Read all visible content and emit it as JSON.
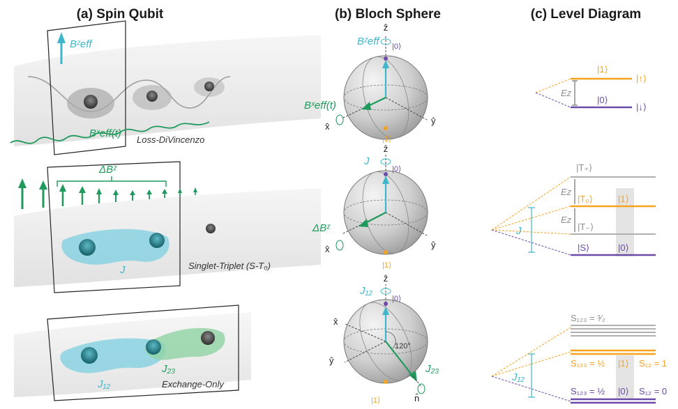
{
  "titles": {
    "a": "(a)  Spin Qubit",
    "b": "(b)  Bloch Sphere",
    "c": "(c)  Level Diagram"
  },
  "panel_a": {
    "ld_bz": "Bᶻeff",
    "ld_bx": "Bˣeff(t)",
    "ld_name": "Loss-DiVincenzo",
    "st_dbz": "ΔBᶻ",
    "st_j": "J",
    "st_name": "Singlet-Triplet (S-T₀)",
    "eo_j12": "J₁₂",
    "eo_j23": "J₂₃",
    "eo_name": "Exchange-Only"
  },
  "panel_b": {
    "s1_z": "ẑ",
    "s1_field": "Bᶻeff",
    "s1_ket0": "|0⟩",
    "s1_drive": "Bˣeff(t)",
    "s1_x": "x̂",
    "s1_y": "ŷ",
    "s1_ket1": "|1⟩",
    "s2_z": "ẑ",
    "s2_field": "J",
    "s2_ket0": "|0⟩",
    "s2_drive": "ΔBᶻ",
    "s2_x": "x̂",
    "s2_y": "ŷ",
    "s2_ket1": "|1⟩",
    "s3_z": "ẑ",
    "s3_field": "J₁₂",
    "s3_ket0": "|0⟩",
    "s3_x": "x̂",
    "s3_angle": "120°",
    "s3_y": "ŷ",
    "s3_drive": "J₂₃",
    "s3_n": "n̂",
    "s3_ket1": "|1⟩"
  },
  "panel_c": {
    "ld_ket1": "|1⟩",
    "ld_up": "|↑⟩",
    "ld_ez": "Ez",
    "ld_ket0": "|0⟩",
    "ld_down": "|↓⟩",
    "st_tplus": "|T₊⟩",
    "st_ez1": "Ez",
    "st_t0": "|T₀⟩",
    "st_ket1": "|1⟩",
    "st_j": "J",
    "st_ez2": "Ez",
    "st_tminus": "|T₋⟩",
    "st_s": "|S⟩",
    "st_ket0": "|0⟩",
    "eo_s32": "S₁₂₃ = ³⁄₂",
    "eo_s12a": "S₁₂₃ = ½",
    "eo_ket1": "|1⟩",
    "eo_s12_1": "S₁₂ = 1",
    "eo_j12": "J₁₂",
    "eo_s12b": "S₁₂₃ = ½",
    "eo_ket0": "|0⟩",
    "eo_s12_0": "S₁₂ = 0"
  },
  "colors": {
    "teal": "#3fb6c9",
    "green": "#1f9a5c",
    "orange": "#f5a21e",
    "purple": "#6b4aa8",
    "gray": "#9a9a9a"
  }
}
